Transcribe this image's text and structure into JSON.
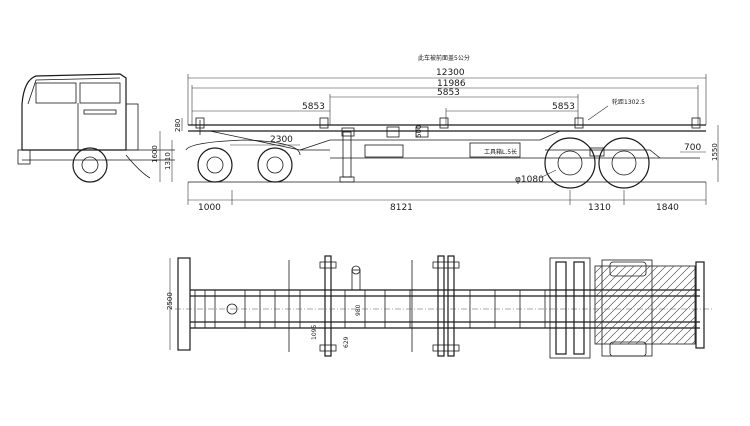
{
  "title_note": "此车被前面盖5公分",
  "side_view": {
    "dims": {
      "overall_length": "12300",
      "bed_length": "11986",
      "mid_length": "5853",
      "left_span": "5853",
      "right_span": "5853",
      "kingpin_height": "280",
      "fifth_wheel_offset": "2300",
      "deck_height": "1600",
      "frame_height": "1310",
      "landing_leg": "500",
      "rear_overhang_height": "1550",
      "suspension": "700",
      "wheelbase_front": "1000",
      "main_span": "8121",
      "axle_spacing": "1310",
      "rear_overhang": "1840",
      "tire_diameter": "φ1080"
    },
    "notes": {
      "toolbox": "工具箱L.5长",
      "axle_label": "轮距1302.5"
    }
  },
  "top_view": {
    "dims": {
      "width": "2500",
      "leg_width": "980",
      "crossmember_a": "1095",
      "crossmember_b": "629"
    }
  }
}
